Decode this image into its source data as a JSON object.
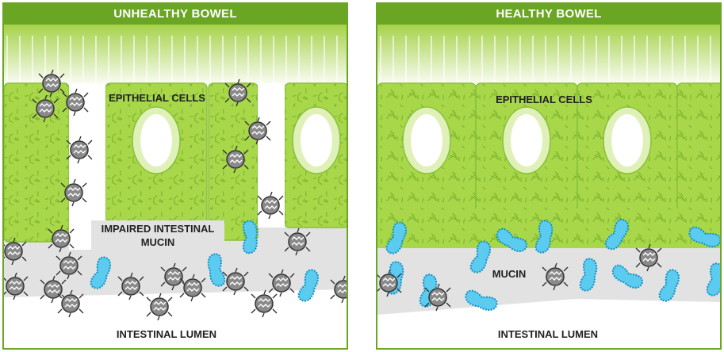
{
  "left_panel": {
    "title": "UNHEALTHY BOWEL",
    "epithelial_label": "EPITHELIAL CELLS",
    "mucin_label": "IMPAIRED INTESTINAL MUCIN",
    "lumen_label": "INTESTINAL LUMEN"
  },
  "right_panel": {
    "title": "HEALTHY BOWEL",
    "epithelial_label": "EPITHELIAL CELLS",
    "mucin_label": "MUCIN",
    "lumen_label": "INTESTINAL LUMEN"
  },
  "colors": {
    "accent_green": "#6aa624",
    "cell_green": "#a8d84a",
    "nucleus_fill": "#ffffff",
    "mucin_gray": "#e2e2e2",
    "bacteria_blue": "#5ccbf0",
    "pathogen_gray": "#8a8a8a"
  }
}
